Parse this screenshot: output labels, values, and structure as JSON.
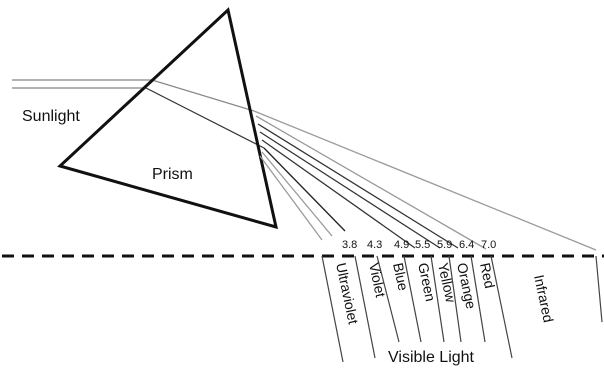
{
  "labels": {
    "sunlight": "Sunlight",
    "prism": "Prism",
    "visible_light": "Visible Light"
  },
  "wavelength_marks": [
    {
      "id": "uv-violet",
      "value": "3.8"
    },
    {
      "id": "violet-blue",
      "value": "4.3"
    },
    {
      "id": "blue-green",
      "value": "4.9"
    },
    {
      "id": "green-yellow",
      "value": "5.5"
    },
    {
      "id": "yellow-orange",
      "value": "5.9"
    },
    {
      "id": "orange-red",
      "value": "6.4"
    },
    {
      "id": "red-infrared",
      "value": "7.0"
    }
  ],
  "bands": [
    {
      "id": "ultraviolet",
      "label": "Ultraviolet"
    },
    {
      "id": "violet",
      "label": "Violet"
    },
    {
      "id": "blue",
      "label": "Blue"
    },
    {
      "id": "green",
      "label": "Green"
    },
    {
      "id": "yellow",
      "label": "Yellow"
    },
    {
      "id": "orange",
      "label": "Orange"
    },
    {
      "id": "red",
      "label": "Red"
    },
    {
      "id": "infrared",
      "label": "Infrared"
    }
  ],
  "colors": {
    "ink": "#111111",
    "dark_ray": "#222222",
    "light_ray": "#9a9a9a"
  }
}
